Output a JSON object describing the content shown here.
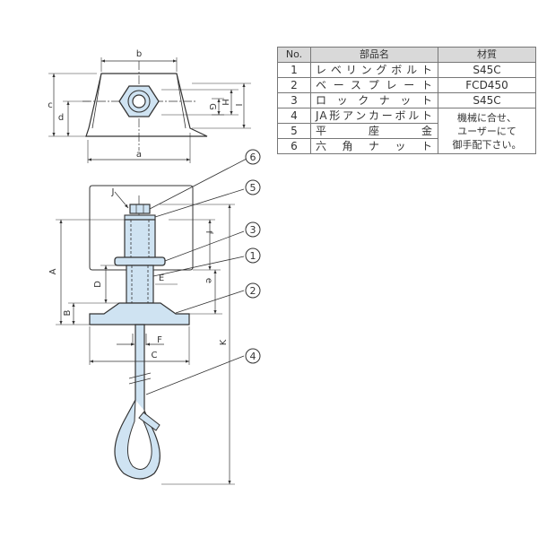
{
  "table": {
    "headers": [
      "No.",
      "部品名",
      "材質"
    ],
    "rows": [
      {
        "no": "1",
        "name": "レベリングボルト",
        "material": "S45C"
      },
      {
        "no": "2",
        "name": "ベースプレート",
        "material": "FCD450"
      },
      {
        "no": "3",
        "name": "ロックナット",
        "material": "S45C"
      },
      {
        "no": "4",
        "name": "JA形アンカーボルト"
      },
      {
        "no": "5",
        "name": "平座金"
      },
      {
        "no": "6",
        "name": "六角ナット"
      }
    ],
    "note": [
      "機械に合せ、",
      "ユーザーにて",
      "御手配下さい。"
    ]
  },
  "drawing": {
    "top_view_labels": {
      "b": "b",
      "a": "a",
      "c": "c",
      "d": "d",
      "G": "G",
      "H": "H",
      "I": "I"
    },
    "side_view_labels": {
      "J": "J",
      "f": "f",
      "A": "A",
      "D": "D",
      "E": "E",
      "e": "e",
      "B": "B",
      "F": "F",
      "C": "C",
      "K": "K"
    },
    "callouts": [
      "6",
      "5",
      "3",
      "1",
      "2",
      "4"
    ]
  },
  "colors": {
    "part_fill": "#cfe3f2",
    "line": "#333333",
    "hidden_line": "#555555"
  }
}
